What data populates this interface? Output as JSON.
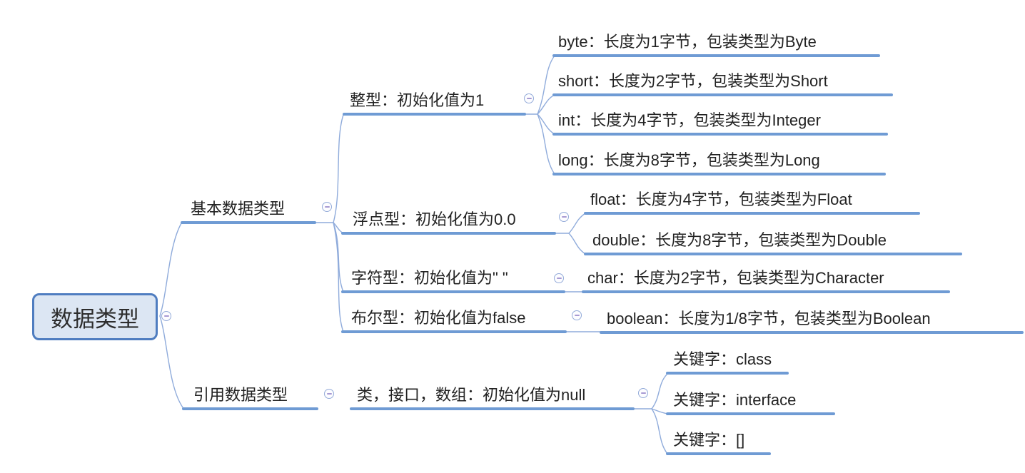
{
  "app": {
    "kind": "mind-map",
    "topic": "Java data types"
  },
  "colors": {
    "line": "#6f9bd4",
    "thin": "#8fabdb",
    "root-border": "#4f7dc0",
    "root-fill": "#dce6f3",
    "text": "#222222",
    "collapse-border": "#93abd9",
    "collapse-minus": "#a79ad3",
    "bg": "#ffffff"
  },
  "icons": {
    "collapse": "minus-circle-icon"
  },
  "mindmap": {
    "root": {
      "label": "数据类型",
      "children": [
        {
          "label": "基本数据类型",
          "children": [
            {
              "label": "整型：初始化值为1",
              "children": [
                {
                  "label": "byte：长度为1字节，包装类型为Byte"
                },
                {
                  "label": "short：长度为2字节，包装类型为Short"
                },
                {
                  "label": "int：长度为4字节，包装类型为Integer"
                },
                {
                  "label": "long：长度为8字节，包装类型为Long"
                }
              ]
            },
            {
              "label": "浮点型：初始化值为0.0",
              "children": [
                {
                  "label": "float：长度为4字节，包装类型为Float"
                },
                {
                  "label": "double：长度为8字节，包装类型为Double"
                }
              ]
            },
            {
              "label": "字符型：初始化值为\" \"",
              "children": [
                {
                  "label": "char：长度为2字节，包装类型为Character"
                }
              ]
            },
            {
              "label": "布尔型：初始化值为false",
              "children": [
                {
                  "label": "boolean：长度为1/8字节，包装类型为Boolean"
                }
              ]
            }
          ]
        },
        {
          "label": "引用数据类型",
          "children": [
            {
              "label": "类，接口，数组：初始化值为null",
              "children": [
                {
                  "label": "关键字：class"
                },
                {
                  "label": "关键字：interface"
                },
                {
                  "label": "关键字：[]"
                }
              ]
            }
          ]
        }
      ]
    }
  }
}
